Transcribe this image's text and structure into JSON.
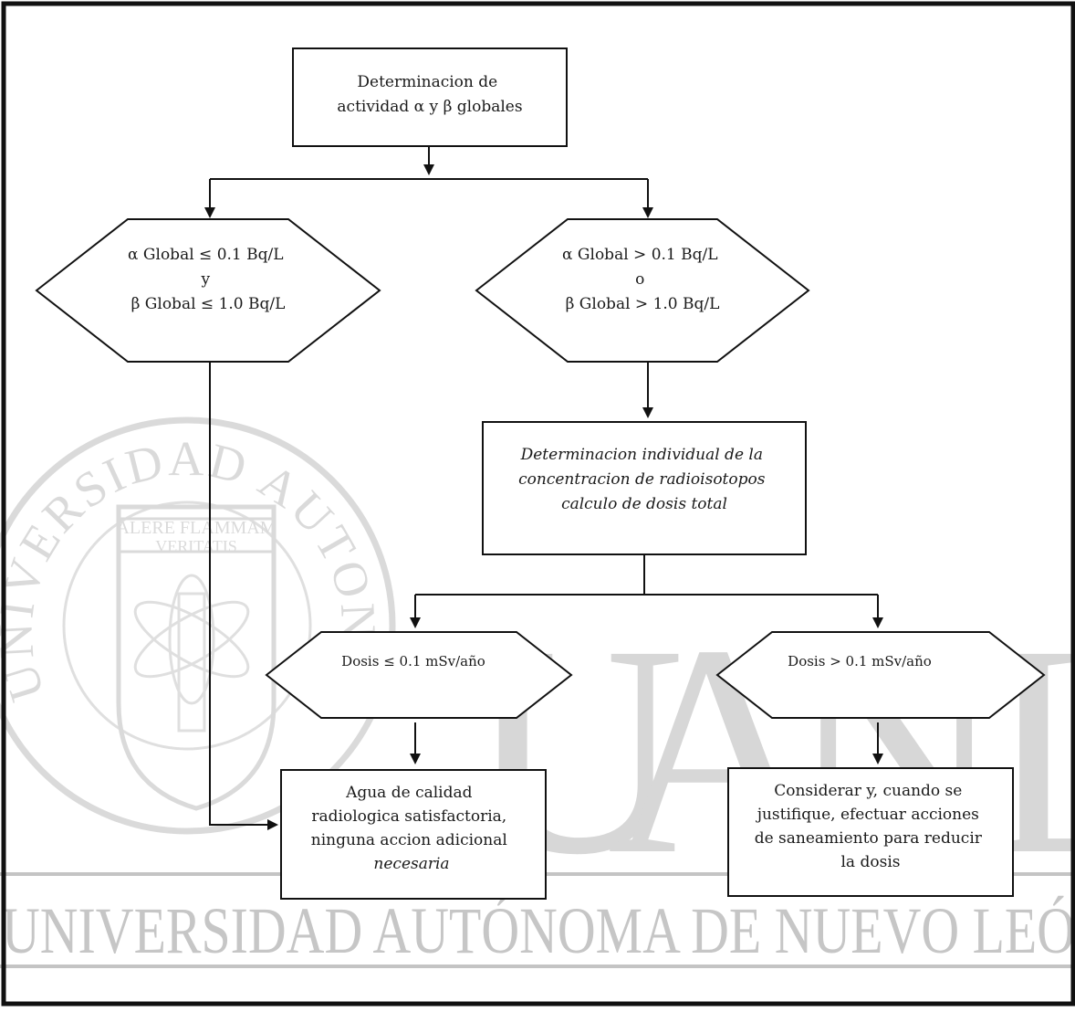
{
  "watermark": {
    "letters": [
      "U",
      "A",
      "N",
      "L"
    ],
    "banner": "UNIVERSIDAD AUTÓNOMA DE NUEVO LEÓ",
    "seal_ring_text": "UNIVERSIDAD AUTONOMA DE NUEVO LEON",
    "seal_motto_line1": "ALERE FLAMMAM",
    "seal_motto_line2": "VERITATIS"
  },
  "nodes": {
    "start": [
      "Determinacion de",
      "actividad α y β globales"
    ],
    "decision_left": [
      "α Global ≤ 0.1 Bq/L",
      "y",
      "β Global ≤ 1.0 Bq/L"
    ],
    "decision_right": [
      "α Global > 0.1 Bq/L",
      "o",
      "β Global > 1.0 Bq/L"
    ],
    "individual": [
      "Determinacion individual de la",
      "concentracion de radioisotopos",
      "calculo de dosis total"
    ],
    "dose_low": [
      "Dosis ≤ 0.1 mSv/año"
    ],
    "dose_high": [
      "Dosis > 0.1 mSv/año"
    ],
    "result_ok": [
      "Agua de calidad",
      "radiologica satisfactoria,",
      "ninguna accion adicional",
      "necesaria"
    ],
    "result_action": [
      "Considerar y, cuando se",
      "justifique, efectuar acciones",
      "de saneamiento para reducir",
      "la dosis"
    ]
  }
}
